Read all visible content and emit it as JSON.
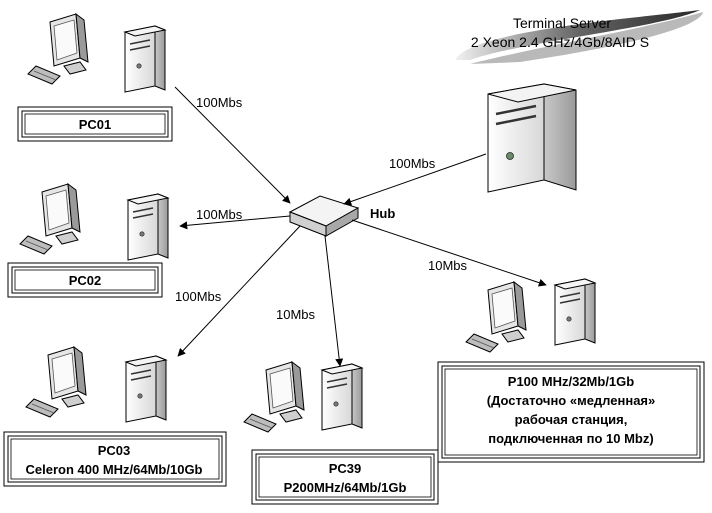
{
  "server": {
    "title": "Terminal Server",
    "spec": "2 Xeon 2.4 GHz/4Gb/8AID S"
  },
  "hub": {
    "label": "Hub"
  },
  "links": {
    "server_hub": "100Mbs",
    "pc01": "100Mbs",
    "pc02": "100Mbs",
    "pc03": "100Mbs",
    "pc39": "10Mbs",
    "p100": "10Mbs"
  },
  "stations": {
    "pc01": {
      "lines": [
        "PC01"
      ]
    },
    "pc02": {
      "lines": [
        "PC02"
      ]
    },
    "pc03": {
      "lines": [
        "PC03",
        "Celeron 400 MHz/64Mb/10Gb"
      ]
    },
    "pc39": {
      "lines": [
        "PC39",
        "P200MHz/64Mb/1Gb"
      ]
    },
    "p100": {
      "lines": [
        "P100 MHz/32Mb/1Gb",
        "(Достаточно «медленная»",
        "рабочая станция,",
        "подключенная по 10 Mbz)"
      ]
    }
  },
  "colors": {
    "line": "#000000",
    "tower_light": "#f2f2f2",
    "tower_dark": "#b8b8b8",
    "swoosh_dark": "#3a3a3a",
    "swoosh_light": "#d0d0d0"
  }
}
